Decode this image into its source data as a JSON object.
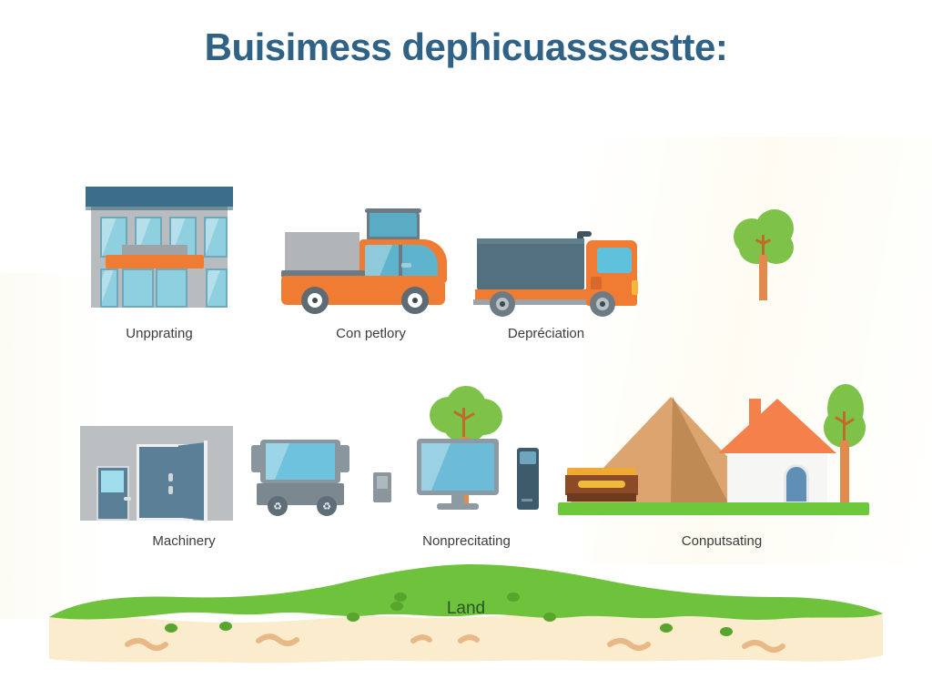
{
  "page": {
    "title": "Buisimess dephicuasssestte:",
    "background_color": "#ffffff",
    "title_color": "#2f6285",
    "caption_color": "#3c3c3c"
  },
  "rows": [
    {
      "items": [
        {
          "label": "Unpprating",
          "icon": "office-building-icon"
        },
        {
          "label": "Con petlory",
          "icon": "pickup-truck-icon"
        },
        {
          "label": "Depréciation",
          "icon": "cargo-truck-icon"
        },
        {
          "label": "",
          "icon": "tree-icon"
        }
      ]
    },
    {
      "items": [
        {
          "label": "Machinery",
          "icon": "doors-icon"
        },
        {
          "label": "Nonprecitating",
          "icon": "machine-cart-icon"
        },
        {
          "label": "Conputsating",
          "icon": "desktop-computer-icon"
        },
        {
          "label": "",
          "icon": "construction-scene-icon"
        }
      ]
    }
  ],
  "land": {
    "label": "Land",
    "grass_color": "#6ec23c",
    "soil_color": "#fbeccd",
    "label_color": "#2a5522"
  },
  "palette": {
    "orange": "#f07c34",
    "steel_blue": "#3b6e88",
    "light_blue": "#8ecfe0",
    "gray": "#b9bcbe",
    "green": "#7ec24a",
    "brown": "#dca46e",
    "roof_orange": "#f4814b"
  }
}
